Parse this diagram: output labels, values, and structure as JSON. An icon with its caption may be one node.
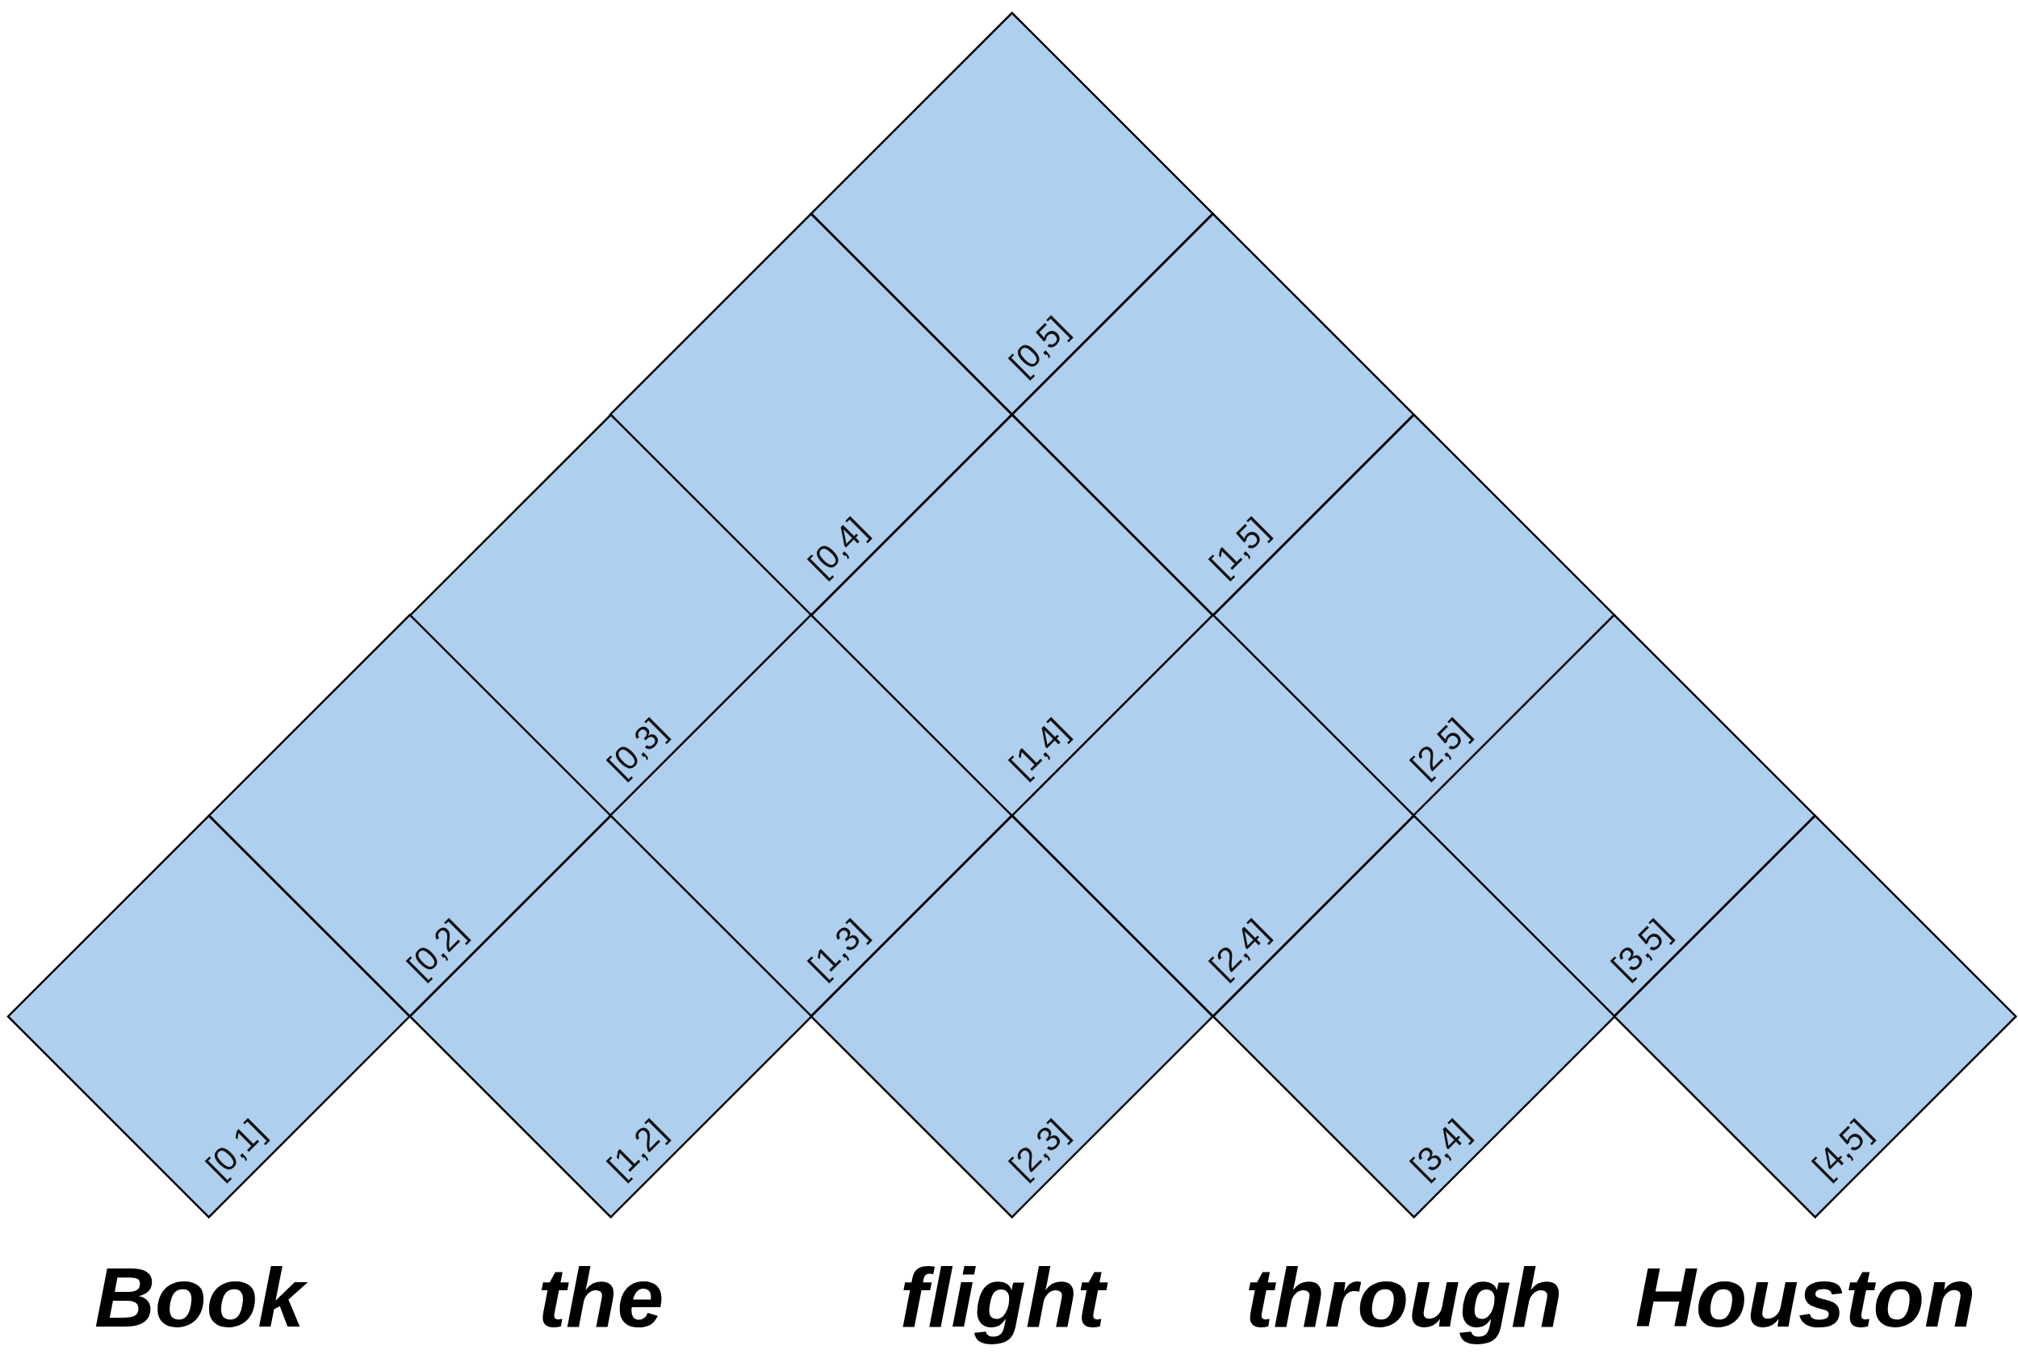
{
  "diagram": {
    "nodes": [
      {
        "text": [
          "[0,5]"
        ]
      },
      {
        "text": [
          "[0,4]"
        ]
      },
      {
        "text": [
          "[1,5]"
        ]
      },
      {
        "text": [
          "[0,3]"
        ]
      },
      {
        "text": [
          "[1,4]"
        ]
      },
      {
        "text": [
          "[2,5]"
        ]
      },
      {
        "text": [
          "[0,2]"
        ]
      },
      {
        "text": [
          "[1,3]"
        ]
      },
      {
        "text": [
          "[2,4]"
        ]
      },
      {
        "text": [
          "[3,5]"
        ]
      },
      {
        "text": [
          "[0,1]"
        ]
      },
      {
        "text": [
          "[1,2]"
        ]
      },
      {
        "text": [
          "[2,3]"
        ]
      },
      {
        "text": [
          "[3,4]"
        ]
      },
      {
        "text": [
          "[4,5]"
        ]
      },
      {
        "text": [
          "Book"
        ]
      },
      {
        "text": [
          "the"
        ]
      },
      {
        "text": [
          "flight"
        ]
      },
      {
        "text": [
          "through"
        ]
      },
      {
        "text": [
          "Houston"
        ]
      }
    ]
  }
}
